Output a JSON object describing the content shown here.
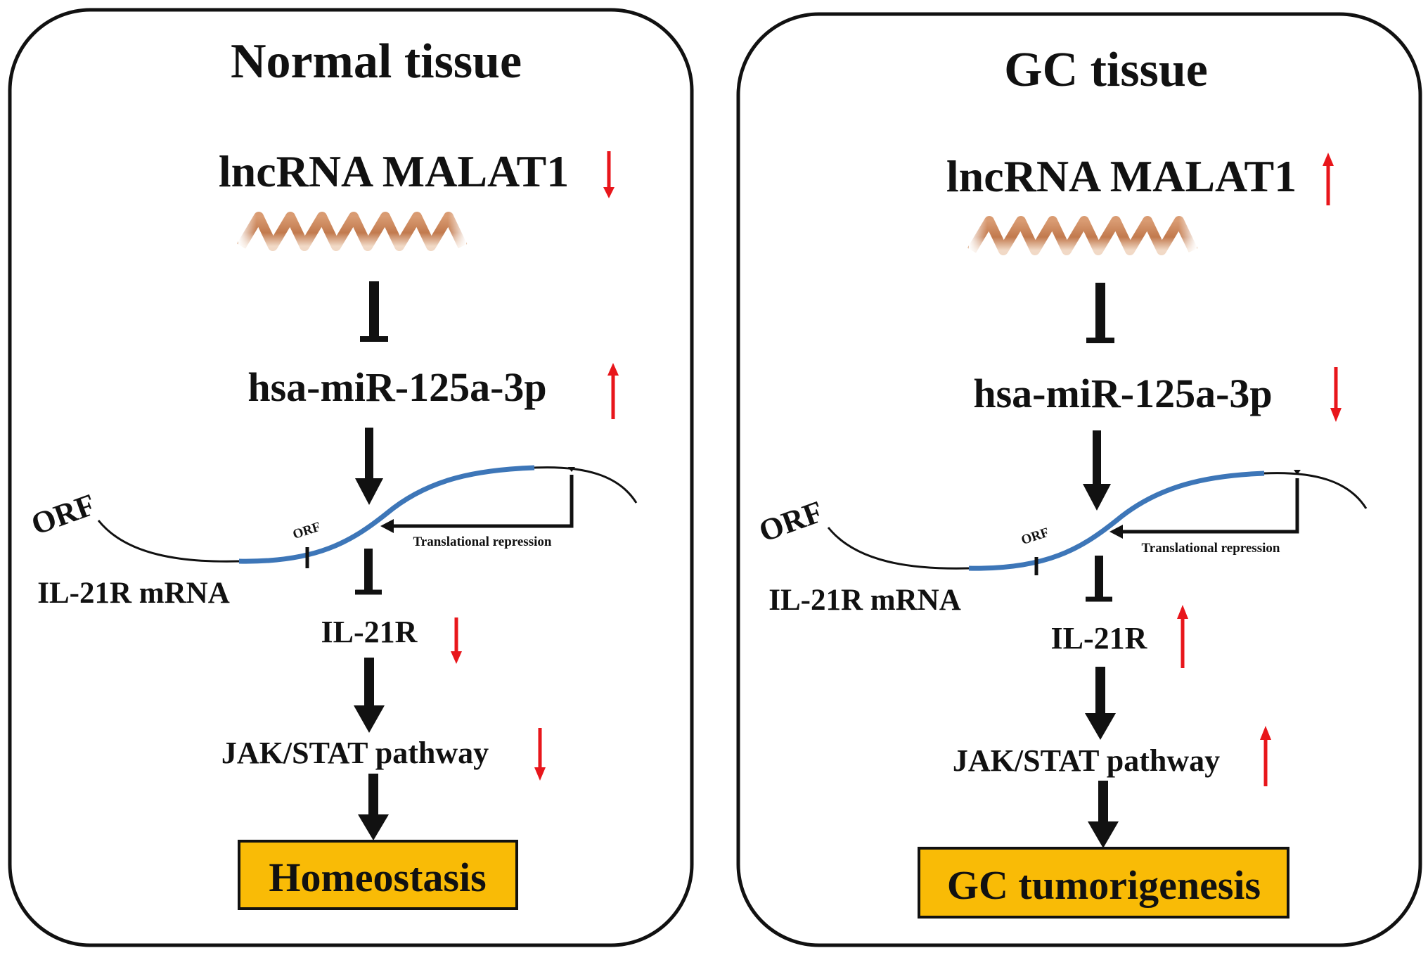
{
  "colors": {
    "panel_border": "#111111",
    "arrow_black": "#111111",
    "indicator_red": "#e8161b",
    "mrna_blue": "#3d76b8",
    "outcome_fill": "#f9bb06",
    "helix": "#c9855b"
  },
  "panels": {
    "normal": {
      "title": "Normal tissue",
      "lncrna": "lncRNA MALAT1",
      "lncrna_change": "down",
      "mirna": "hsa-miR-125a-3p",
      "mirna_change": "up",
      "orf_label": "ORF",
      "orf_small": "ORF",
      "translational_repression": "Translational repression",
      "mrna_label": "IL-21R mRNA",
      "il21r": "IL-21R",
      "il21r_change": "down",
      "pathway": "JAK/STAT pathway",
      "pathway_change": "down",
      "outcome": "Homeostasis"
    },
    "gc": {
      "title": "GC tissue",
      "lncrna": "lncRNA MALAT1",
      "lncrna_change": "up",
      "mirna": "hsa-miR-125a-3p",
      "mirna_change": "down",
      "orf_label": "ORF",
      "orf_small": "ORF",
      "translational_repression": "Translational repression",
      "mrna_label": "IL-21R mRNA",
      "il21r": "IL-21R",
      "il21r_change": "up",
      "pathway": "JAK/STAT pathway",
      "pathway_change": "up",
      "outcome": "GC tumorigenesis"
    }
  },
  "icons": {
    "helix": "rna-helix-icon",
    "activation": "arrow-down-icon",
    "inhibition": "inhibition-bar-icon",
    "change_up": "red-up-arrow-icon",
    "change_down": "red-down-arrow-icon"
  }
}
